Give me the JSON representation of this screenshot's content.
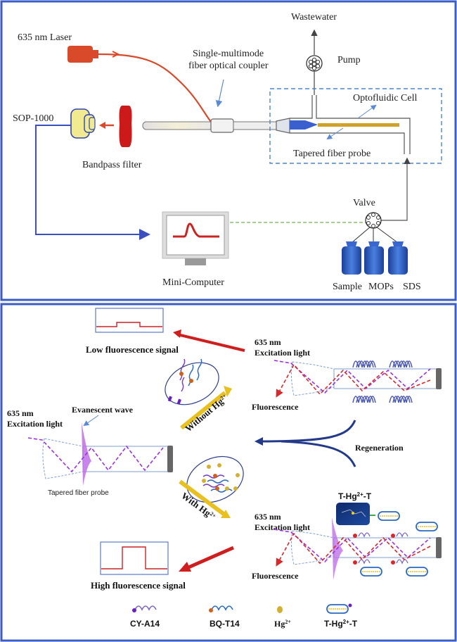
{
  "panel_a": {
    "laser_label": "635 nm Laser",
    "coupler_label_line1": "Single-multimode",
    "coupler_label_line2": "fiber optical coupler",
    "spectrometer_label": "SOP-1000",
    "filter_label": "Bandpass filter",
    "wastewater_label": "Wastewater",
    "pump_label": "Pump",
    "cell_label": "Optofluidic Cell",
    "probe_label": "Tapered fiber probe",
    "valve_label": "Valve",
    "computer_label": "Mini-Computer",
    "reservoirs": [
      "Sample",
      "MOPs",
      "SDS"
    ],
    "colors": {
      "laser": "#d94a2a",
      "fiber_link": "#3b4fbf",
      "cell_border": "#4a86c8",
      "probe_gold": "#d1a22a",
      "probe_blue": "#3a5fcf",
      "signal": "#cc2222",
      "data_link": "#6bb84a"
    }
  },
  "panel_b": {
    "low_signal_label": "Low fluorescence signal",
    "high_signal_label": "High fluorescence signal",
    "excitation_top_line1": "635 nm",
    "excitation_top_line2": "Excitation light",
    "fluorescence_top": "Fluorescence",
    "evanescent_label": "Evanescent wave",
    "excitation_left_line1": "635 nm",
    "excitation_left_line2": "Excitation light",
    "probe_label": "Tapered fiber probe",
    "without_label": "Without Hg",
    "with_label": "With Hg",
    "charge": "2+",
    "regeneration_label": "Regeneration",
    "excitation_bottom_line1": "635 nm",
    "excitation_bottom_line2": "Excitation light",
    "fluorescence_bottom": "Fluorescence",
    "complex_title": "T-Hg",
    "complex_title_suffix": "-T",
    "legend": [
      {
        "icon": "cy-a14-strand-icon",
        "label": "CY-A14"
      },
      {
        "icon": "bq-t14-strand-icon",
        "label": "BQ-T14"
      },
      {
        "icon": "hg-ion-icon",
        "label": "Hg",
        "sup": "2+"
      },
      {
        "icon": "t-hg-t-duplex-icon",
        "label": "T-Hg",
        "sup": "2+",
        "suffix": "-T"
      }
    ],
    "colors": {
      "excitation": "#9b30e0",
      "fluorescence": "#d8282a",
      "arrow_red": "#d01e1e",
      "arrow_yellow": "#e8c020",
      "regeneration": "#233a8a",
      "evanescent": "#c070e8",
      "hg": "#d4b030"
    }
  }
}
